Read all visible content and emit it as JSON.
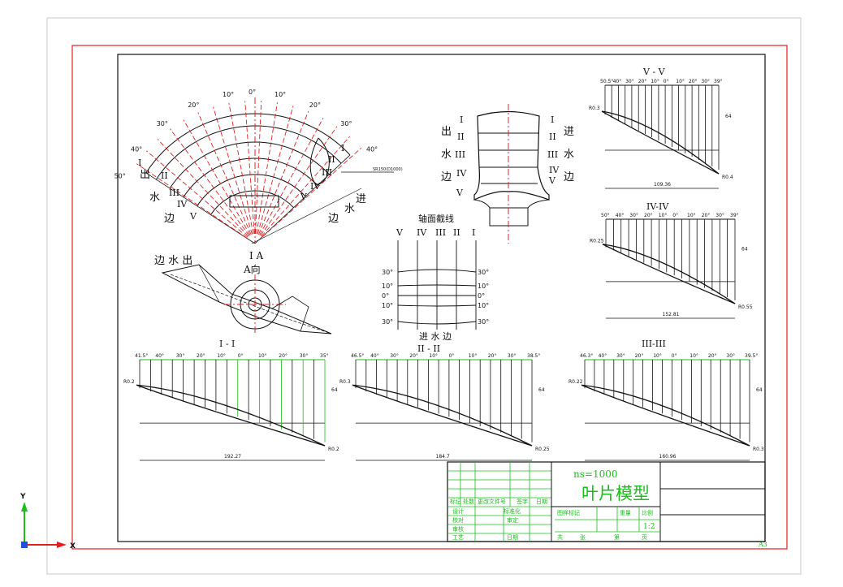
{
  "sheet": {
    "size": "A3"
  },
  "axes": {
    "y_label": "Y",
    "x_label": "X"
  },
  "fan": {
    "top_angles": [
      "50°",
      "40°",
      "30°",
      "20°",
      "10°",
      "0°",
      "10°",
      "20°",
      "30°",
      "40°"
    ],
    "left_romans": [
      "I",
      "II",
      "III",
      "IV",
      "V"
    ],
    "right_romans": [
      "I",
      "II",
      "III",
      "IV",
      "V"
    ],
    "left_side": [
      "出",
      "水",
      "边"
    ],
    "right_side": [
      "进",
      "水",
      "边"
    ],
    "radius_note": "SR150(D1000)",
    "bottom_label": "I A"
  },
  "plan": {
    "side_label": "边 水 出",
    "view_label": "A向"
  },
  "profile": {
    "left_romans": [
      "I",
      "II",
      "III",
      "IV",
      "V"
    ],
    "right_romans": [
      "I",
      "II",
      "III",
      "IV",
      "V"
    ],
    "left_words": [
      "出",
      "水",
      "边"
    ],
    "right_words": [
      "进",
      "水",
      "边"
    ]
  },
  "axial": {
    "title": "轴面截线",
    "romans": [
      "V",
      "IV",
      "III",
      "II",
      "I"
    ],
    "left_angles": [
      "30°",
      "10°",
      "0°",
      "10°",
      "30°"
    ],
    "right_angles": [
      "30°",
      "10°",
      "0°",
      "10°",
      "30°"
    ],
    "bottom_label": "进 水 边"
  },
  "sections": [
    {
      "title": "I - I",
      "angles": [
        "41.5°",
        "40°",
        "30°",
        "20°",
        "10°",
        "0°",
        "10°",
        "20°",
        "30°",
        "35°"
      ],
      "r_left": "R0.2",
      "r_right": "R0.2",
      "span": "192.27",
      "height": "64"
    },
    {
      "title": "II - II",
      "angles": [
        "46.5°",
        "40°",
        "30°",
        "20°",
        "10°",
        "0°",
        "10°",
        "20°",
        "30°",
        "38.5°"
      ],
      "r_left": "R0.3",
      "r_right": "R0.25",
      "span": "184.7",
      "height": "64"
    },
    {
      "title": "III-III",
      "angles": [
        "46.3°",
        "40°",
        "30°",
        "20°",
        "10°",
        "0°",
        "10°",
        "20°",
        "30°",
        "39.5°"
      ],
      "r_left": "R0.22",
      "r_right": "R0.3",
      "span": "160.96",
      "height": "64"
    },
    {
      "title": "IV-IV",
      "angles": [
        "50°",
        "40°",
        "30°",
        "20°",
        "10°",
        "0°",
        "10°",
        "20°",
        "30°",
        "39°"
      ],
      "r_left": "R0.25",
      "r_right": "R0.55",
      "span": "152.81",
      "height": "64"
    },
    {
      "title": "V - V",
      "angles": [
        "50.5°",
        "40°",
        "30°",
        "20°",
        "10°",
        "0°",
        "10°",
        "20°",
        "30°",
        "39°"
      ],
      "r_left": "R0.3",
      "r_right": "R0.4",
      "span": "109.36",
      "height": "64"
    }
  ],
  "title_block": {
    "ns": "ns=1000",
    "name": "叶片模型",
    "row_labels": [
      "标记",
      "处数",
      "更改文件号",
      "签字",
      "日期"
    ],
    "design": "设计",
    "standard": "标准化",
    "check": "校对",
    "review": "审定",
    "approve": "审核",
    "craft": "工艺",
    "date": "日期",
    "stage": "图样标记",
    "weight": "重量",
    "scale": "比例",
    "scale_value": "1:2",
    "sheets_total": "共",
    "sheets": "张",
    "sheet_no": "第",
    "page": "页"
  },
  "colors": {
    "frame": "#e02020",
    "centerline": "#e02020",
    "highlight": "#18c018",
    "axis_y": "#18c018",
    "axis_x": "#e02020",
    "ink": "#111111"
  }
}
